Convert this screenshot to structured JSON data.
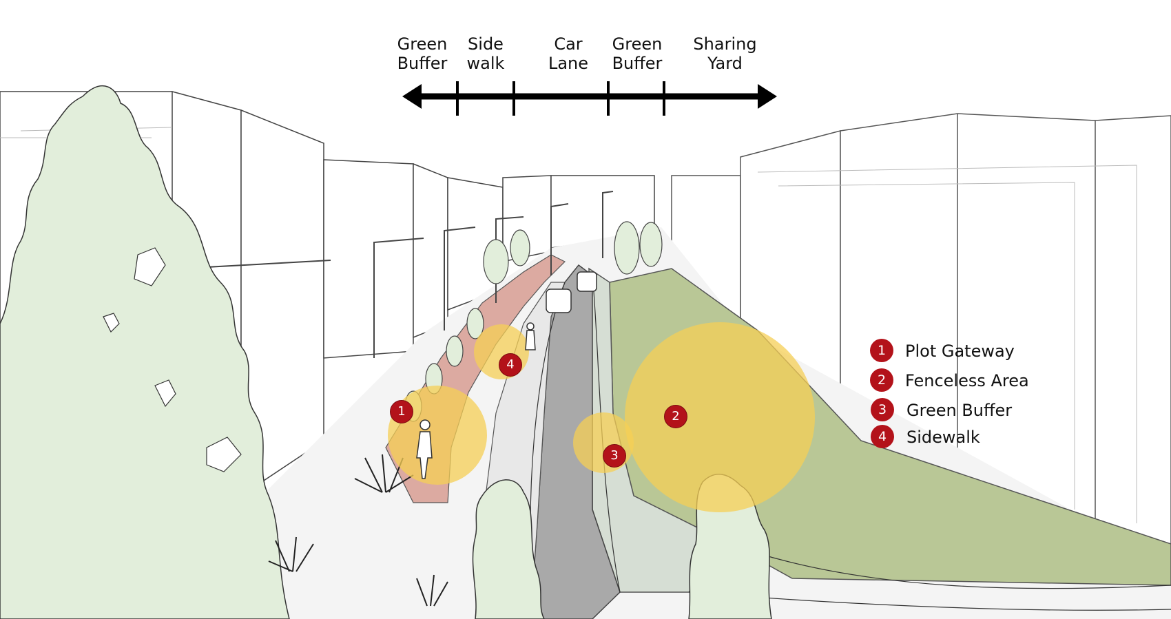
{
  "section_bar": {
    "labels": [
      {
        "id": "green-buffer-left",
        "text": "Green\nBuffer"
      },
      {
        "id": "side-walk",
        "text": "Side\nwalk"
      },
      {
        "id": "car-lane",
        "text": "Car\nLane"
      },
      {
        "id": "green-buffer-right",
        "text": "Green\nBuffer"
      },
      {
        "id": "sharing-yard",
        "text": "Sharing\nYard"
      }
    ]
  },
  "legend": {
    "items": [
      {
        "num": "1",
        "label": "Plot Gateway"
      },
      {
        "num": "2",
        "label": "Fenceless Area"
      },
      {
        "num": "3",
        "label": "Green Buffer"
      },
      {
        "num": "4",
        "label": "Sidewalk"
      }
    ]
  },
  "markers": [
    "1",
    "2",
    "3",
    "4"
  ],
  "colors": {
    "marker_red": "#b3121a",
    "highlight_yellow": "#f6cf55",
    "sidewalk_pink": "#dcaaa1",
    "lawn_green": "#b9c796",
    "tree_green": "#e2eedb",
    "asphalt": "#a9a9a9"
  }
}
